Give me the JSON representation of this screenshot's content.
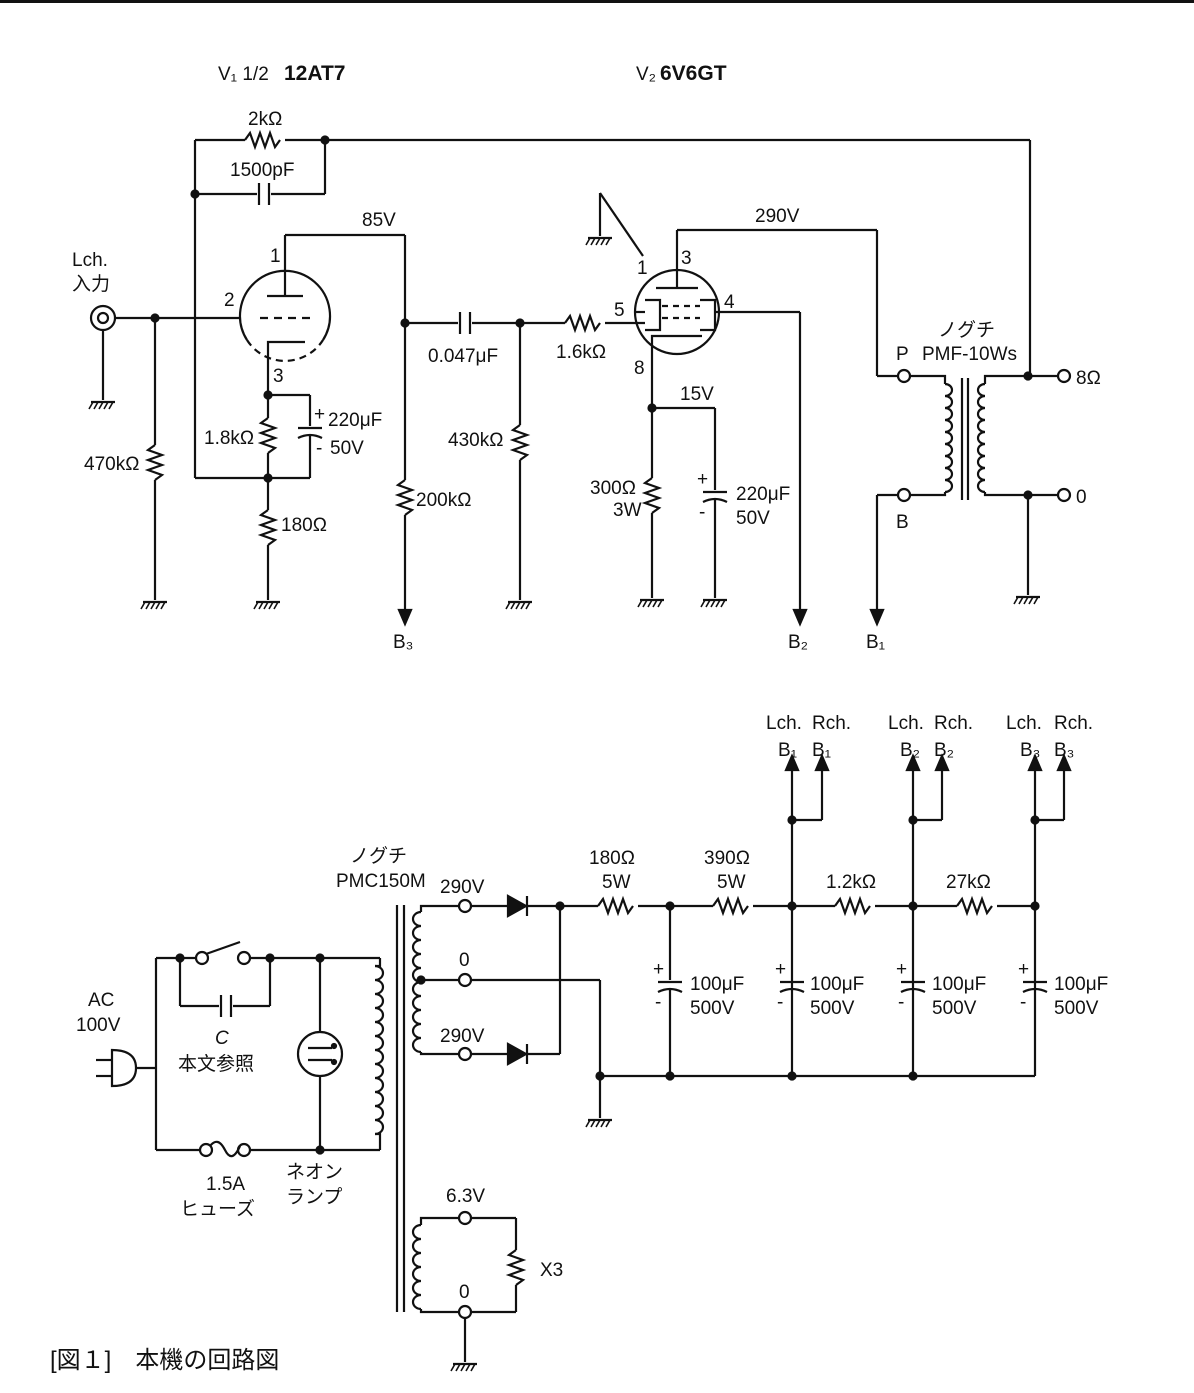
{
  "amp": {
    "v1_label": "V₁ 1/2",
    "v1_tube": "12AT7",
    "v2_label": "V₂",
    "v2_tube": "6V6GT",
    "input_label_1": "Lch.",
    "input_label_2": "入力",
    "r_fb": "2kΩ",
    "c_fb": "1500pF",
    "v_plate1": "85V",
    "v_plate2": "290V",
    "v_cathode2": "15V",
    "pin_v1_plate": "1",
    "pin_v1_grid": "2",
    "pin_v1_cathode": "3",
    "pin_v2_1": "1",
    "pin_v2_3": "3",
    "pin_v2_4": "4",
    "pin_v2_5": "5",
    "pin_v2_8": "8",
    "r_grid1": "470kΩ",
    "r_k1": "1.8kΩ",
    "c_k1_a": "220μF",
    "c_k1_b": "50V",
    "r_k1b": "180Ω",
    "r_load1": "200kΩ",
    "c_couple": "0.047μF",
    "r_grid2": "430kΩ",
    "r_gstop": "1.6kΩ",
    "r_k2_a": "300Ω",
    "r_k2_b": "3W",
    "c_k2_a": "220μF",
    "c_k2_b": "50V",
    "ot_maker": "ノグチ",
    "ot_model": "PMF-10Ws",
    "ot_p": "P",
    "ot_b": "B",
    "out_8": "8Ω",
    "out_0": "0",
    "b3": "B₃",
    "b2": "B₂",
    "b1": "B₁"
  },
  "psu": {
    "lch1": "Lch.",
    "rch1": "Rch.",
    "b1a": "B₁",
    "b1b": "B₁",
    "lch2": "Lch.",
    "rch2": "Rch.",
    "b2a": "B₂",
    "b2b": "B₂",
    "lch3": "Lch.",
    "rch3": "Rch.",
    "b3a": "B₃",
    "b3b": "B₃",
    "pt_maker": "ノグチ",
    "pt_model": "PMC150M",
    "tap_290a": "290V",
    "tap_0": "0",
    "tap_290b": "290V",
    "r1_a": "180Ω",
    "r1_b": "5W",
    "r2_a": "390Ω",
    "r2_b": "5W",
    "r3": "1.2kΩ",
    "r4": "27kΩ",
    "cap_a": "100μF",
    "cap_b": "500V",
    "cap2_a": "100μF",
    "cap2_b": "500V",
    "cap3_a": "100μF",
    "cap3_b": "500V",
    "cap4_a": "100μF",
    "cap4_b": "500V",
    "ac_1": "AC",
    "ac_2": "100V",
    "c_label": "C",
    "c_note": "本文参照",
    "fuse_1": "1.5A",
    "fuse_2": "ヒューズ",
    "neon_1": "ネオン",
    "neon_2": "ランプ",
    "heater_v": "6.3V",
    "heater_0": "0",
    "heater_x": "X3"
  },
  "caption": "[図１]　本機の回路図"
}
